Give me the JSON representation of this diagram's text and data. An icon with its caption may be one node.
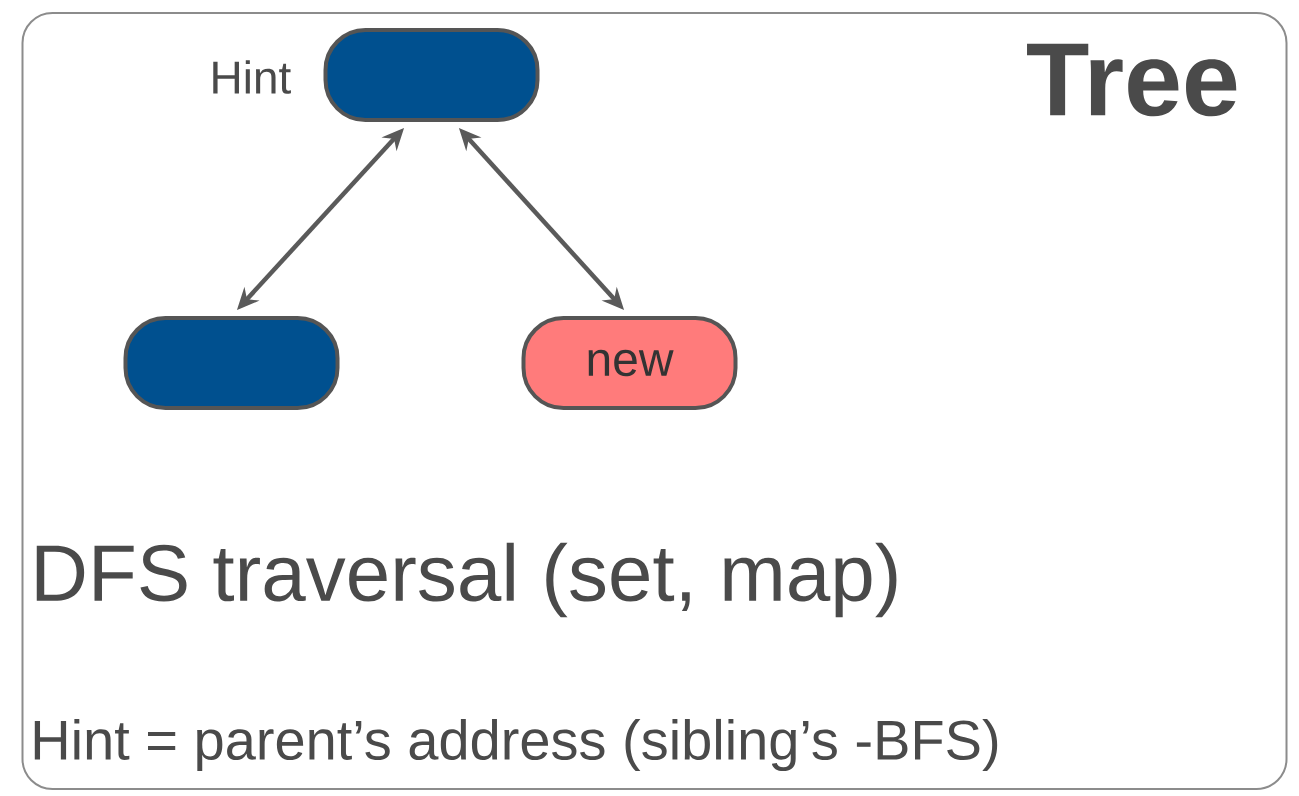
{
  "diagram": {
    "nodes": [
      {
        "text": [
          "Tree",
          "DFS traversal (set, map)",
          "Hint = parent’s address (sibling’s -BFS)"
        ]
      },
      {
        "text": [],
        "shape": "box",
        "beside": [
          "Hint"
        ],
        "in": 0
      },
      {
        "text": [],
        "shape": "box",
        "in": 0
      },
      {
        "text": [
          "new"
        ],
        "in": 0
      }
    ],
    "edges": [
      {
        "from": 1,
        "to": 2,
        "arrow": "both"
      },
      {
        "from": 1,
        "to": 3,
        "arrow": "both"
      }
    ]
  }
}
